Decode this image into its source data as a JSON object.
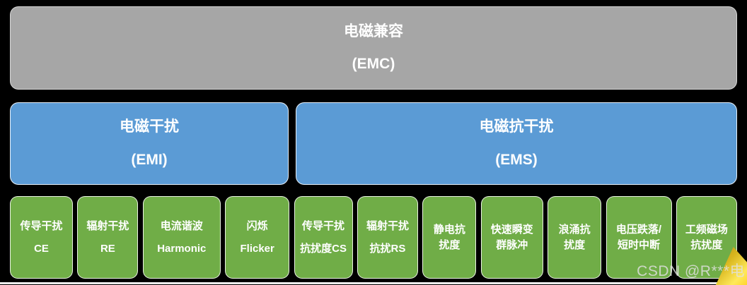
{
  "diagram": {
    "root": {
      "line1": "电磁兼容",
      "line2": "(EMC)"
    },
    "branches": [
      {
        "name": "emi",
        "line1": "电磁干扰",
        "line2": "(EMI)"
      },
      {
        "name": "ems",
        "line1": "电磁抗干扰",
        "line2": "(EMS)"
      }
    ],
    "leaves": [
      {
        "line1": "传导干扰",
        "line2": "CE"
      },
      {
        "line1": "辐射干扰",
        "line2": "RE"
      },
      {
        "line1": "电流谐波",
        "line2": "Harmonic"
      },
      {
        "line1": "闪烁",
        "line2": "Flicker"
      },
      {
        "line1": "传导干扰",
        "line2": "抗扰度CS"
      },
      {
        "line1": "辐射干扰",
        "line2": "抗扰RS"
      },
      {
        "line1": "静电抗",
        "line2": "扰度"
      },
      {
        "line1": "快速瞬变",
        "line2": "群脉冲"
      },
      {
        "line1": "浪涌抗",
        "line2": "扰度"
      },
      {
        "line1": "电压跌落/",
        "line2": "短时中断"
      },
      {
        "line1": "工频磁场",
        "line2": "抗扰度"
      }
    ]
  },
  "colors": {
    "background": "#000000",
    "root_gray": "#A6A6A6",
    "branch_blue": "#5B9BD5",
    "leaf_green": "#70AD47",
    "text": "#FFFFFF",
    "corner_yellow": "#FFE95A",
    "bottom_strip": "#ECECEC"
  },
  "watermark": {
    "text": "CSDN @R***电"
  }
}
